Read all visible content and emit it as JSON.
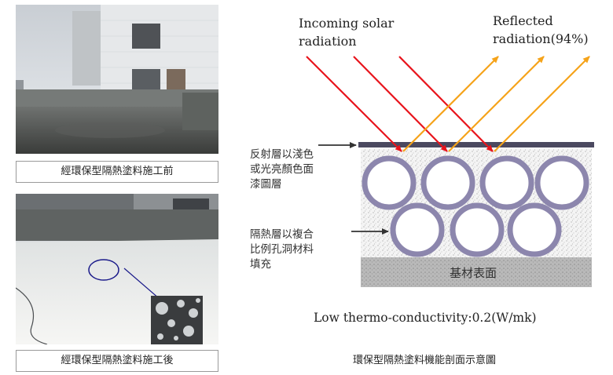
{
  "photos": {
    "before": {
      "caption": "經環保型隔熱塗料施工前"
    },
    "after": {
      "caption": "經環保型隔熱塗料施工後"
    }
  },
  "diagram": {
    "incoming_label": [
      "Incoming solar",
      "radiation"
    ],
    "reflected_label": [
      "Reflected",
      "radiation(94%)"
    ],
    "left_label_top": [
      "反射層以淺色",
      "或光亮顏色面",
      "漆圖層"
    ],
    "left_label_mid": [
      "隔熱層以複合",
      "比例孔洞材料",
      "填充"
    ],
    "base_label": "基材表面",
    "conductivity": "Low thermo-conductivity:0.2(W/mk)",
    "caption": "環保型隔熱塗料機能剖面示意圖"
  },
  "colors": {
    "incoming": "#e8141c",
    "reflected": "#f5a31a",
    "circle": "#8c86ad",
    "top_bar": "#4b4960"
  }
}
